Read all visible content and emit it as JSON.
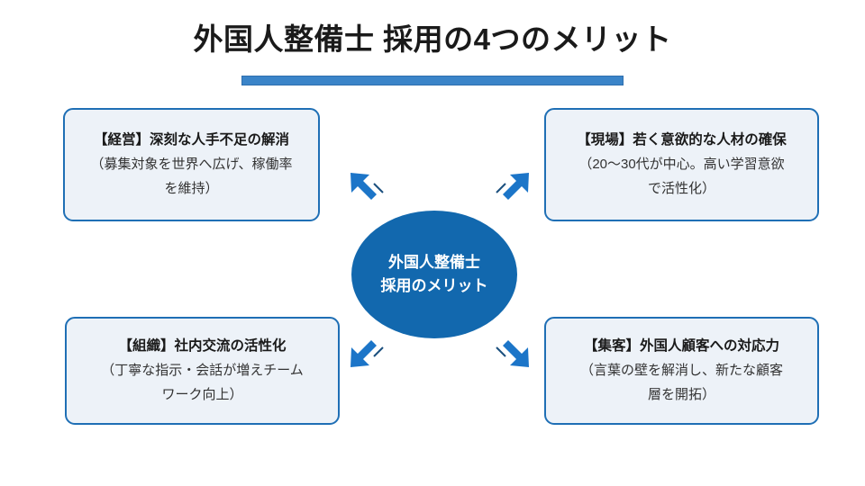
{
  "slide": {
    "title": "外国人整備士 採用の4つのメリット",
    "background_color": "#ffffff",
    "accent_color": "#1268ae",
    "underline_color": "#3a84c8",
    "box_border_color": "#1f6fb5",
    "box_fill_color": "#edf2f8",
    "arrow_color": "#1c75c8"
  },
  "center": {
    "line1": "外国人整備士",
    "line2": "採用のメリット"
  },
  "boxes": [
    {
      "position": "top-left",
      "heading": "【経営】深刻な人手不足の解消",
      "sub_line1": "（募集対象を世界へ広げ、稼働率",
      "sub_line2": "を維持）"
    },
    {
      "position": "top-right",
      "heading": "【現場】若く意欲的な人材の確保",
      "sub_line1": "（20〜30代が中心。高い学習意欲",
      "sub_line2": "で活性化）"
    },
    {
      "position": "bottom-left",
      "heading": "【組織】社内交流の活性化",
      "sub_line1": "（丁寧な指示・会話が増えチーム",
      "sub_line2": "ワーク向上）"
    },
    {
      "position": "bottom-right",
      "heading": "【集客】外国人顧客への対応力",
      "sub_line1": "（言葉の壁を解消し、新たな顧客",
      "sub_line2": "層を開拓）"
    }
  ],
  "arrows": [
    {
      "name": "arrow-up-left",
      "direction": "up-left"
    },
    {
      "name": "arrow-up-right",
      "direction": "up-right"
    },
    {
      "name": "arrow-down-left",
      "direction": "down-left"
    },
    {
      "name": "arrow-down-right",
      "direction": "down-right"
    }
  ]
}
